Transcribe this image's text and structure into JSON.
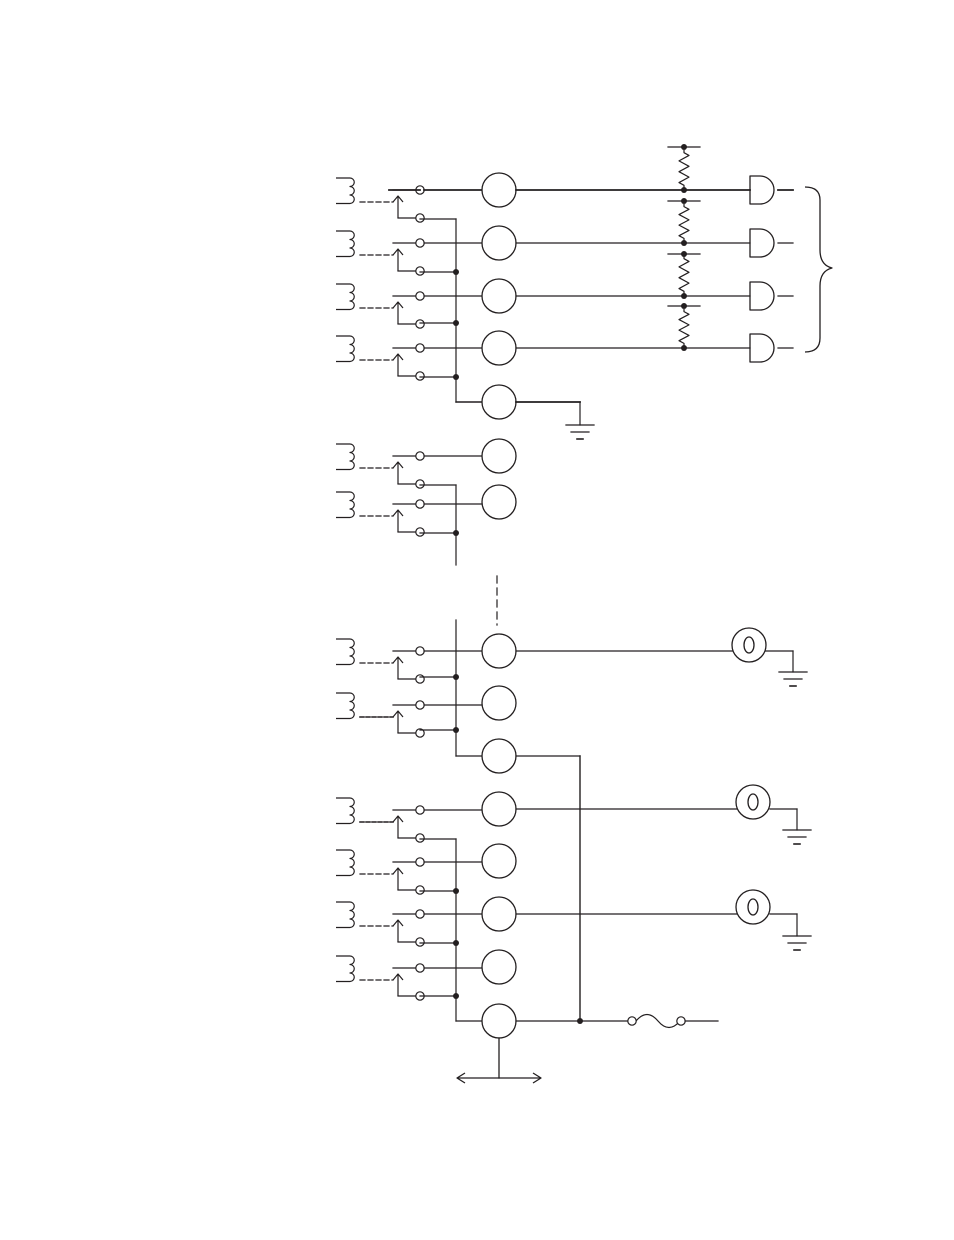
{
  "diagram": {
    "kind": "schematic",
    "style": {
      "stroke": "#231f20",
      "background": "#ffffff"
    },
    "upper_group": {
      "relay_contacts": 4,
      "terminals": 5,
      "pull_up_resistors": 4,
      "line_outputs": 4,
      "output_brace": true,
      "ground_symbols": 1
    },
    "middle_group": {
      "relay_contacts": 2,
      "terminals": 2
    },
    "lower_group": {
      "relay_contacts": 6,
      "terminals": 8,
      "indicator_lamps": 3,
      "ground_symbols": 3,
      "fuse": 1,
      "bidirectional_arrow": 1
    }
  }
}
